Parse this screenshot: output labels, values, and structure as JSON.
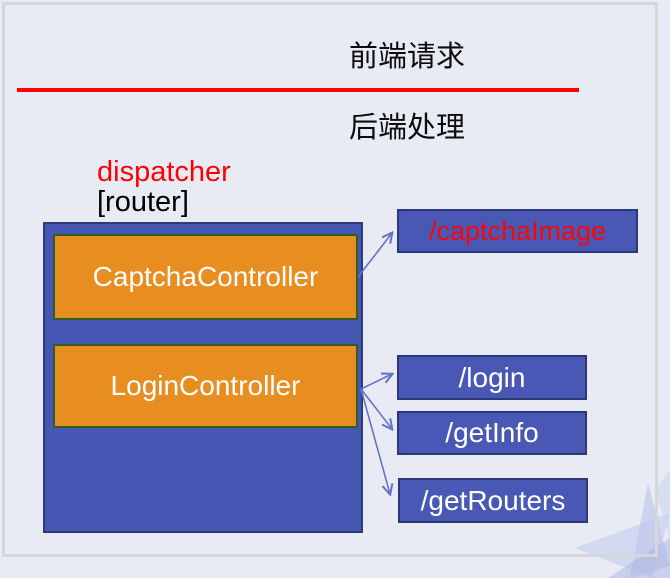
{
  "titles": {
    "frontend": "前端请求",
    "backend": "后端处理"
  },
  "dispatcher": {
    "label": "dispatcher",
    "sub_label": "[router]"
  },
  "controllers": [
    {
      "label": "CaptchaController"
    },
    {
      "label": "LoginController"
    }
  ],
  "endpoints": [
    {
      "label": "/captchaImage",
      "text_color": "#f70808"
    },
    {
      "label": "/login",
      "text_color": "#ffffff"
    },
    {
      "label": "/getInfo",
      "text_color": "#ffffff"
    },
    {
      "label": "/getRouters",
      "text_color": "#ffffff"
    }
  ],
  "colors": {
    "page_background": "#e9ebf4",
    "frame_border": "#d7d7da",
    "divider_red": "#fe0000",
    "dispatcher_red": "#fb0205",
    "container_blue": "#4557b2",
    "container_border": "#2d3b76",
    "controller_orange": "#e88d1f",
    "controller_border_green": "#305c25",
    "endpoint_blue": "#4858b4",
    "endpoint_border": "#2b3a76",
    "arrow_blue": "#6674c6"
  }
}
